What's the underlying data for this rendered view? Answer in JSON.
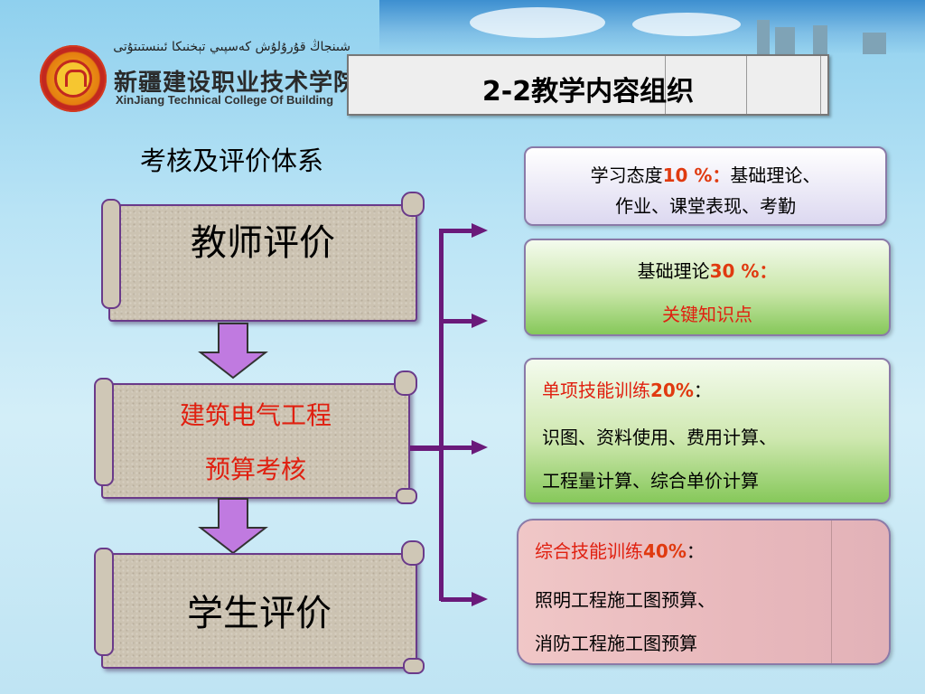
{
  "header": {
    "uyghur_name": "شىنجاڭ قۇرۇلۇش كەسپىي تېخنىكا ئىنستىتۇتى",
    "school_name_cn": "新疆建设职业技术学院",
    "school_name_en": "XinJiang Technical College Of Building"
  },
  "title": "2-2教学内容组织",
  "subheading": "考核及评价体系",
  "flow": {
    "top": "教师评价",
    "middle_line1": "建筑电气工程",
    "middle_line2": "预算考核",
    "bottom": "学生评价"
  },
  "items": [
    {
      "label": "学习态度",
      "weight": "10 %：",
      "detail1": "基础理论、",
      "detail2": "作业、课堂表现、考勤"
    },
    {
      "label": "基础理论",
      "weight": "30 %：",
      "detail1": "关键知识点"
    },
    {
      "label": "单项技能训练",
      "weight": "20%",
      "colon": "：",
      "detail1": "识图、资料使用、费用计算、",
      "detail2": "工程量计算、综合单价计算"
    },
    {
      "label": "综合技能训练",
      "weight": "40%",
      "colon": "：",
      "detail1": "照明工程施工图预算、",
      "detail2": "消防工程施工图预算"
    }
  ],
  "colors": {
    "accent_red": "#e03a10",
    "connector_purple": "#6a1a7a",
    "arrow_violet": "#c07ae0"
  }
}
